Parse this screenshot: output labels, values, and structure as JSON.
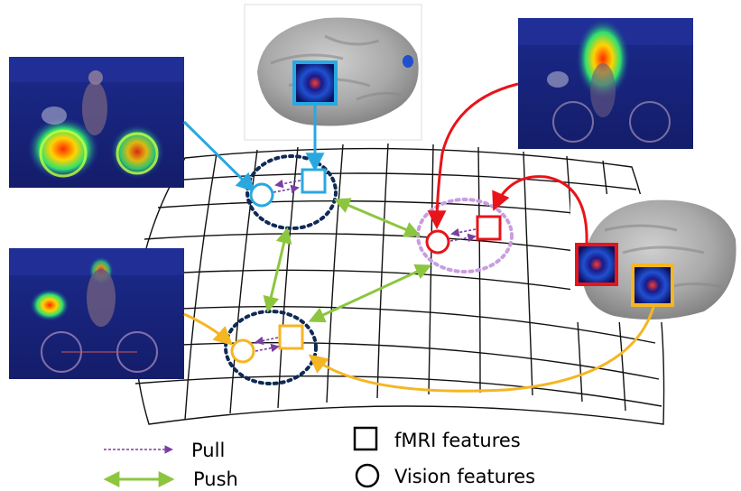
{
  "legend": {
    "pull_label": "Pull",
    "push_label": "Push",
    "fmri_label": "fMRI features",
    "vision_label": "Vision features"
  },
  "colors": {
    "blue": "#29a8e0",
    "yellow": "#f5b623",
    "red": "#e8141a",
    "green": "#8cc63f",
    "purple": "#7a3fa0",
    "navy_circle": "#0e2a55",
    "lilac_circle": "#c89ee0",
    "grid": "#111111"
  },
  "images": {
    "top_left": "cyclist heatmap photo (bicycle wheels highlighted)",
    "bottom_left": "cyclist heatmap photo (dog highlighted)",
    "top_right": "cyclist heatmap photo (person highlighted)",
    "brain_top": "inflated cortical surface with fMRI patch",
    "brain_right": "inflated cortical surface with two fMRI patches"
  }
}
